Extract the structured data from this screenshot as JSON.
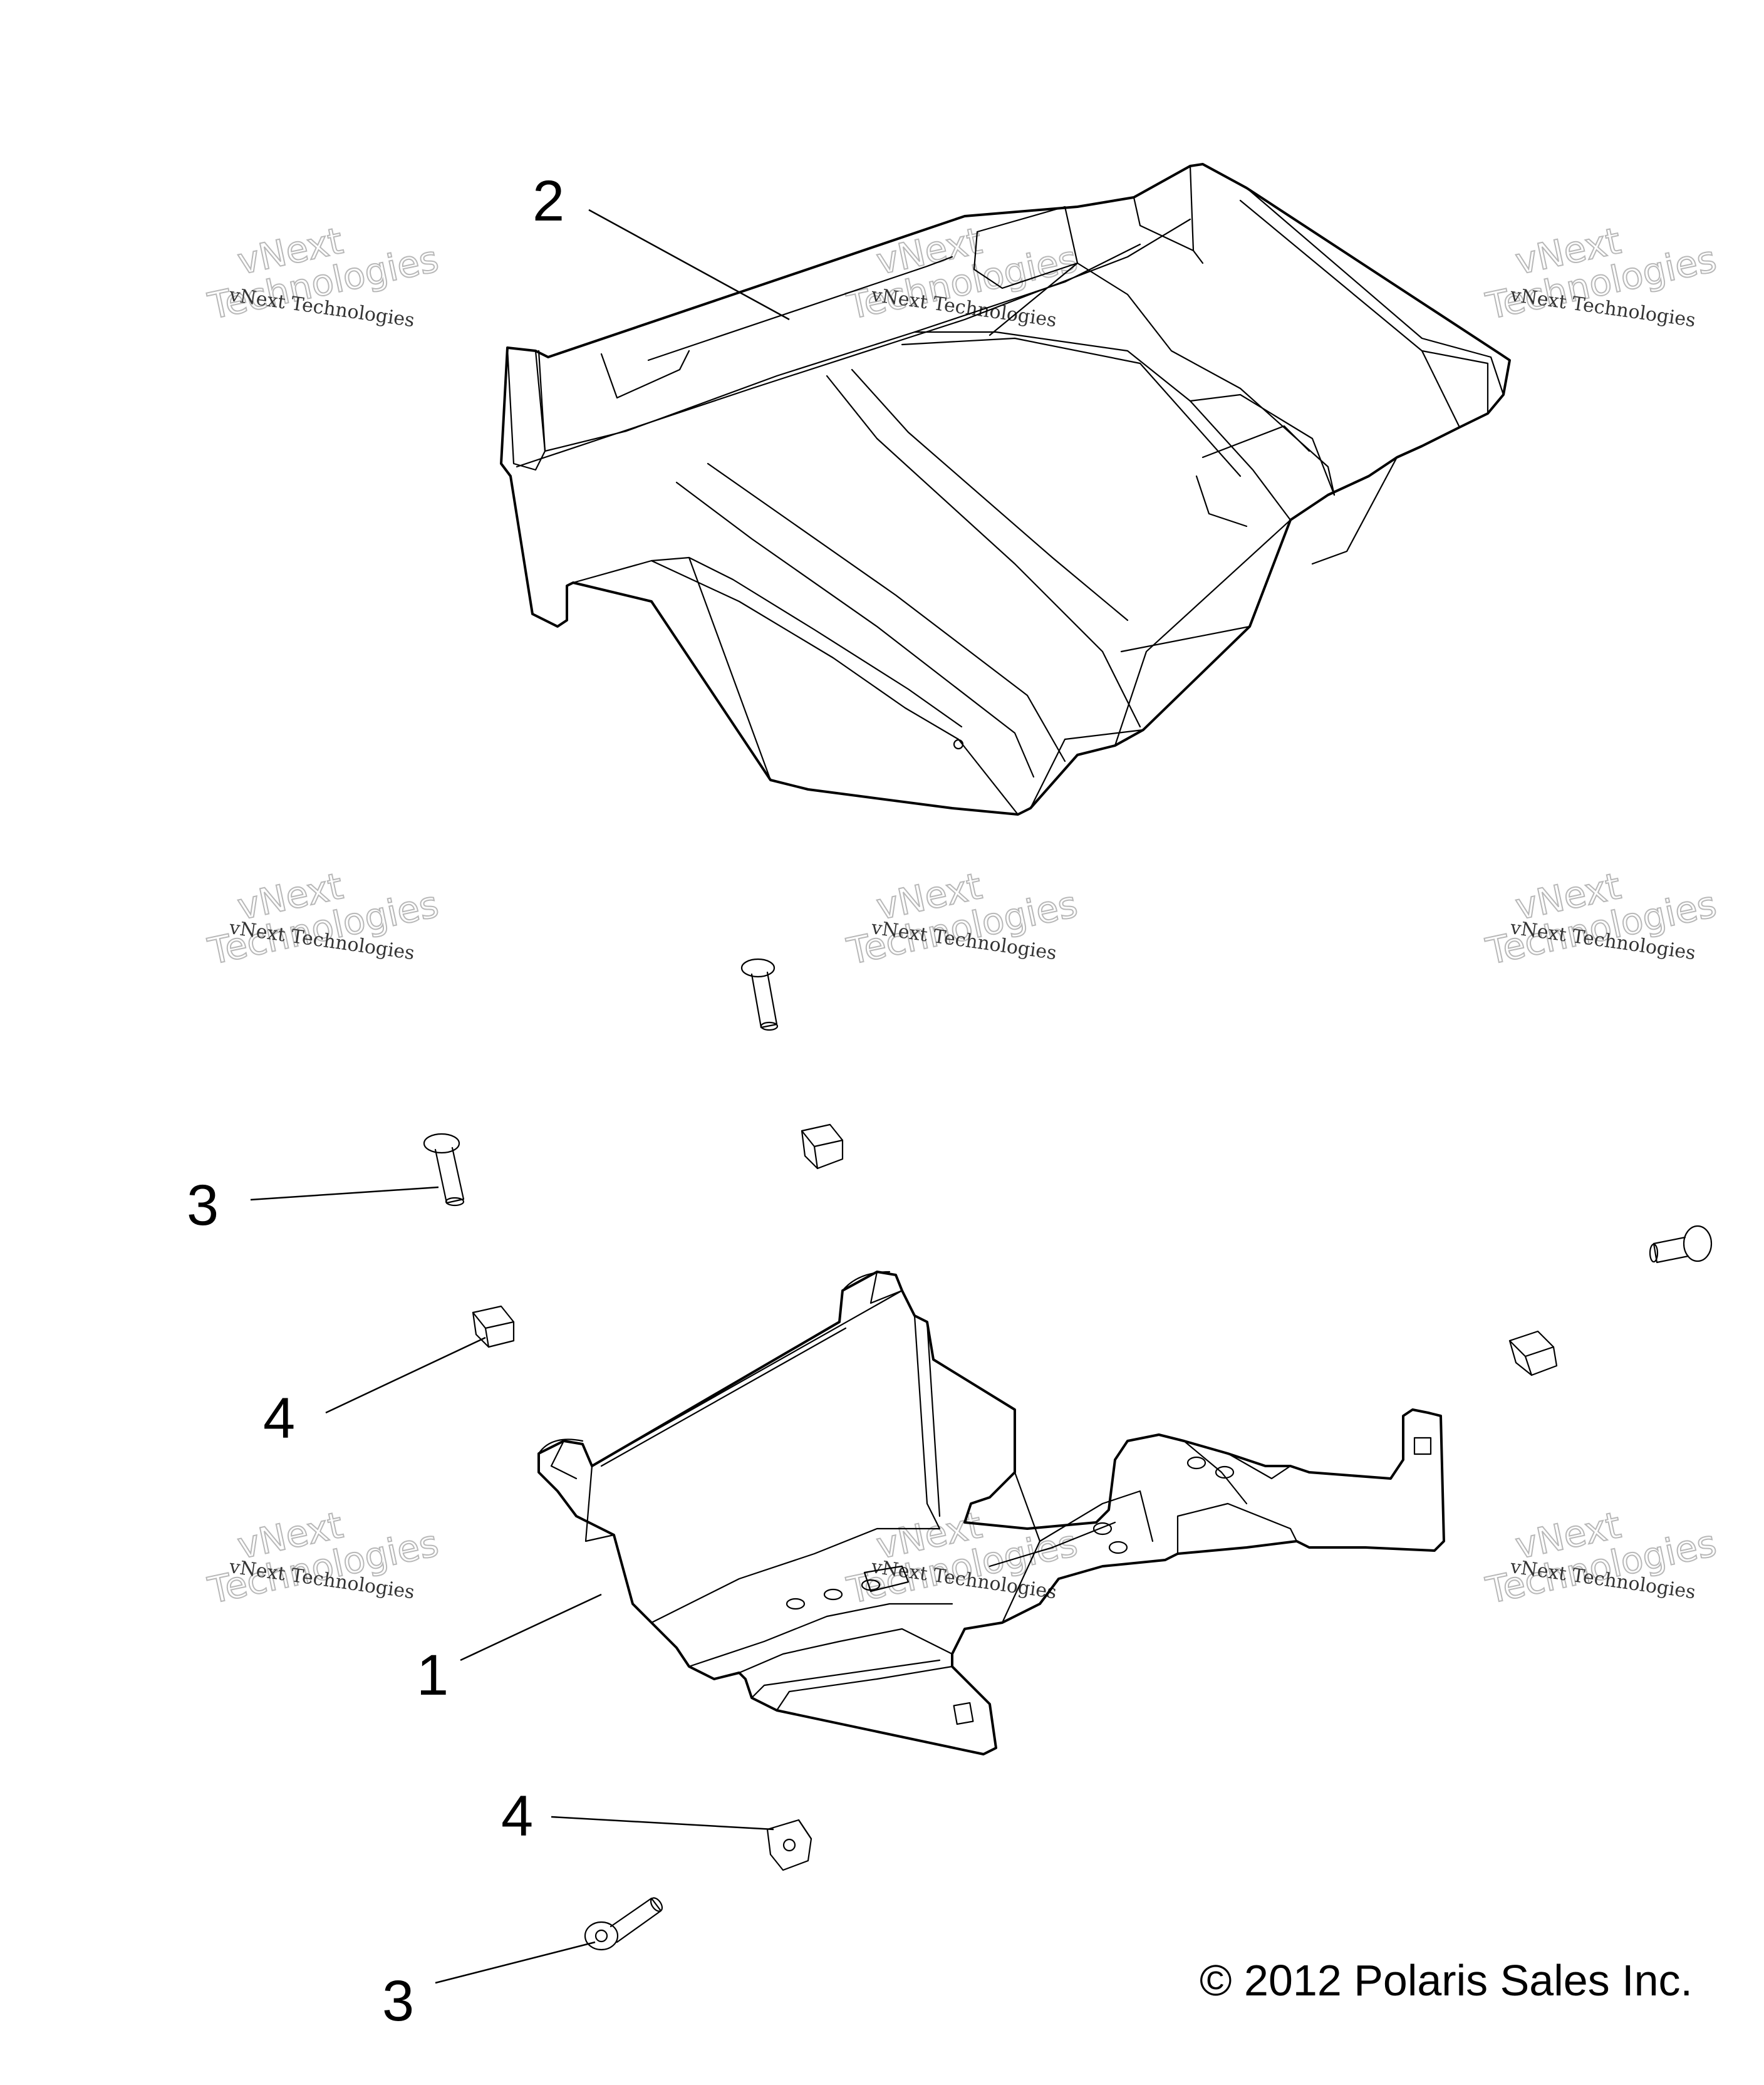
{
  "callouts": [
    {
      "id": "c2",
      "text": "2"
    },
    {
      "id": "c3a",
      "text": "3"
    },
    {
      "id": "c4a",
      "text": "4"
    },
    {
      "id": "c1",
      "text": "1"
    },
    {
      "id": "c4b",
      "text": "4"
    },
    {
      "id": "c3b",
      "text": "3"
    }
  ],
  "copyright": "© 2012 Polaris Sales Inc.",
  "watermark": {
    "line1": "vNext Technologies",
    "line2": "vNext",
    "line3": "Technologies"
  },
  "parts": [
    {
      "name": "cover",
      "callout": "2"
    },
    {
      "name": "bracket",
      "callout": "1"
    },
    {
      "name": "screw",
      "callout": "3"
    },
    {
      "name": "clip-nut",
      "callout": "4"
    }
  ]
}
